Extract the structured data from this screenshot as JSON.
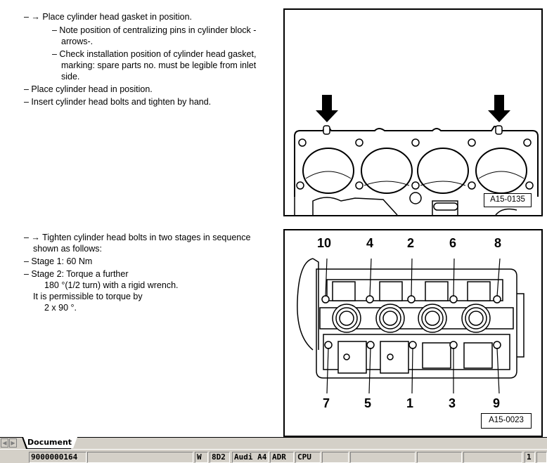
{
  "document": {
    "section1": {
      "lines": [
        "– → Place cylinder head gasket in position.",
        "– Note position of centralizing pins in cylinder block -",
        "arrows-.",
        "– Check installation position of cylinder head gasket,",
        "marking: spare parts no. must be legible from inlet",
        "side.",
        "– Place cylinder head in position.",
        "– Insert cylinder head bolts and tighten by hand."
      ]
    },
    "section2": {
      "lines": [
        "– → Tighten cylinder head bolts in two stages in sequence",
        "shown as follows:",
        "– Stage 1: 60 Nm",
        "– Stage 2: Torque a further",
        "180 °(1/2 turn) with a rigid wrench.",
        "It is permissible to torque by",
        "2 x 90 °."
      ]
    },
    "figure1": {
      "label": "A15-0135",
      "description": "Cylinder head gasket with centralizing pin arrows"
    },
    "figure2": {
      "label": "A15-0023",
      "description": "Cylinder head bolt tightening sequence",
      "top_sequence": [
        "10",
        "4",
        "2",
        "6",
        "8"
      ],
      "bottom_sequence": [
        "7",
        "5",
        "1",
        "3",
        "9"
      ]
    }
  },
  "tabbar": {
    "prev_icon": "arrow-left-icon",
    "next_icon": "arrow-right-icon",
    "tab_label": "Document"
  },
  "statusbar": {
    "panels": [
      "9000000164",
      "",
      "W",
      "8D2",
      "Audi A4",
      "ADR",
      "CPU",
      "",
      "",
      "",
      "",
      "1",
      ""
    ]
  }
}
